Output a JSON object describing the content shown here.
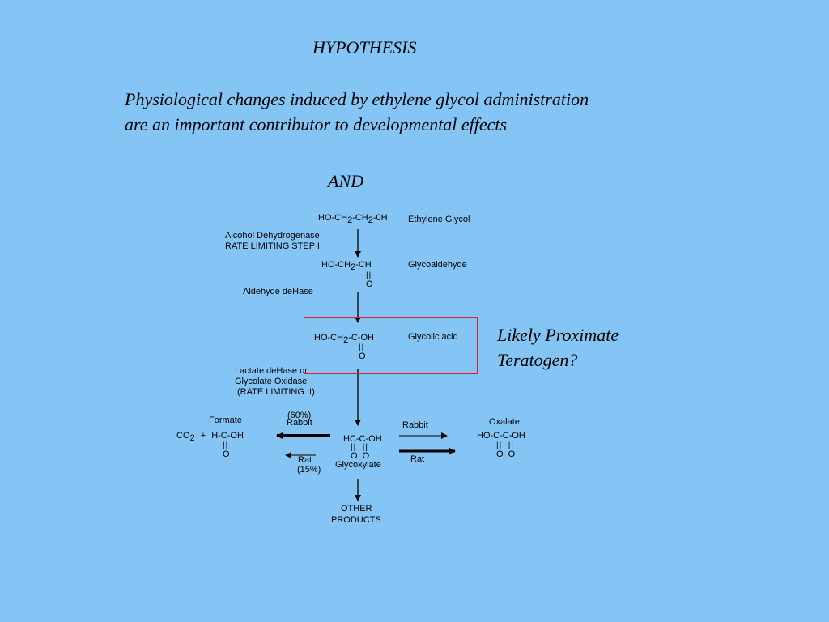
{
  "slide": {
    "heading": "HYPOTHESIS",
    "hypothesis_line1": "Physiological changes induced by ethylene glycol administration",
    "hypothesis_line2": "are an important contributor to developmental effects",
    "conjunction": "AND",
    "note_line1": "Likely Proximate",
    "note_line2": "Teratogen?"
  },
  "pathway": {
    "ethylene_glycol": {
      "part1": "HO-CH",
      "sub1": "2",
      "part2": "-CH",
      "sub2": "2",
      "part3": "-0H",
      "name": "Ethylene Glycol"
    },
    "step1": {
      "enzyme": "Alcohol Dehydrogenase",
      "note": "RATE LIMITING STEP I"
    },
    "glycoaldehyde": {
      "part1": "HO-CH",
      "sub1": "2",
      "part2": "-CH",
      "bond": "||",
      "atom": "O",
      "name": "Glycoaldehyde"
    },
    "step2": {
      "enzyme": "Aldehyde deHase"
    },
    "glycolic_acid": {
      "part1": "HO-CH",
      "sub1": "2",
      "part2": "-C-OH",
      "bond": "||",
      "atom": "O",
      "name": "Glycolic acid"
    },
    "step3": {
      "enzyme_line1": "Lactate deHase or",
      "enzyme_line2": "Glycolate Oxidase",
      "note": "(RATE LIMITING II)"
    },
    "glycoxylate": {
      "formula": "HC-C-OH",
      "bonds": "||  ||",
      "atoms": "O  O",
      "name": "Glycoxylate"
    },
    "formate": {
      "name": "Formate",
      "co2": "CO",
      "co2_sub": "2",
      "plus": "+",
      "formula": "H-C-OH",
      "bond": "||",
      "atom": "O"
    },
    "oxalate": {
      "name": "Oxalate",
      "formula": "HO-C-C-OH",
      "bonds": "||  ||",
      "atoms": "O  O"
    },
    "left_labels": {
      "percent_top": "(60%)",
      "species_top": "Rabbit",
      "species_bottom": "Rat",
      "percent_bottom": "(15%)"
    },
    "right_labels": {
      "species_top": "Rabbit",
      "species_bottom": "Rat"
    },
    "other_products": {
      "line1": "OTHER",
      "line2": "PRODUCTS"
    }
  }
}
